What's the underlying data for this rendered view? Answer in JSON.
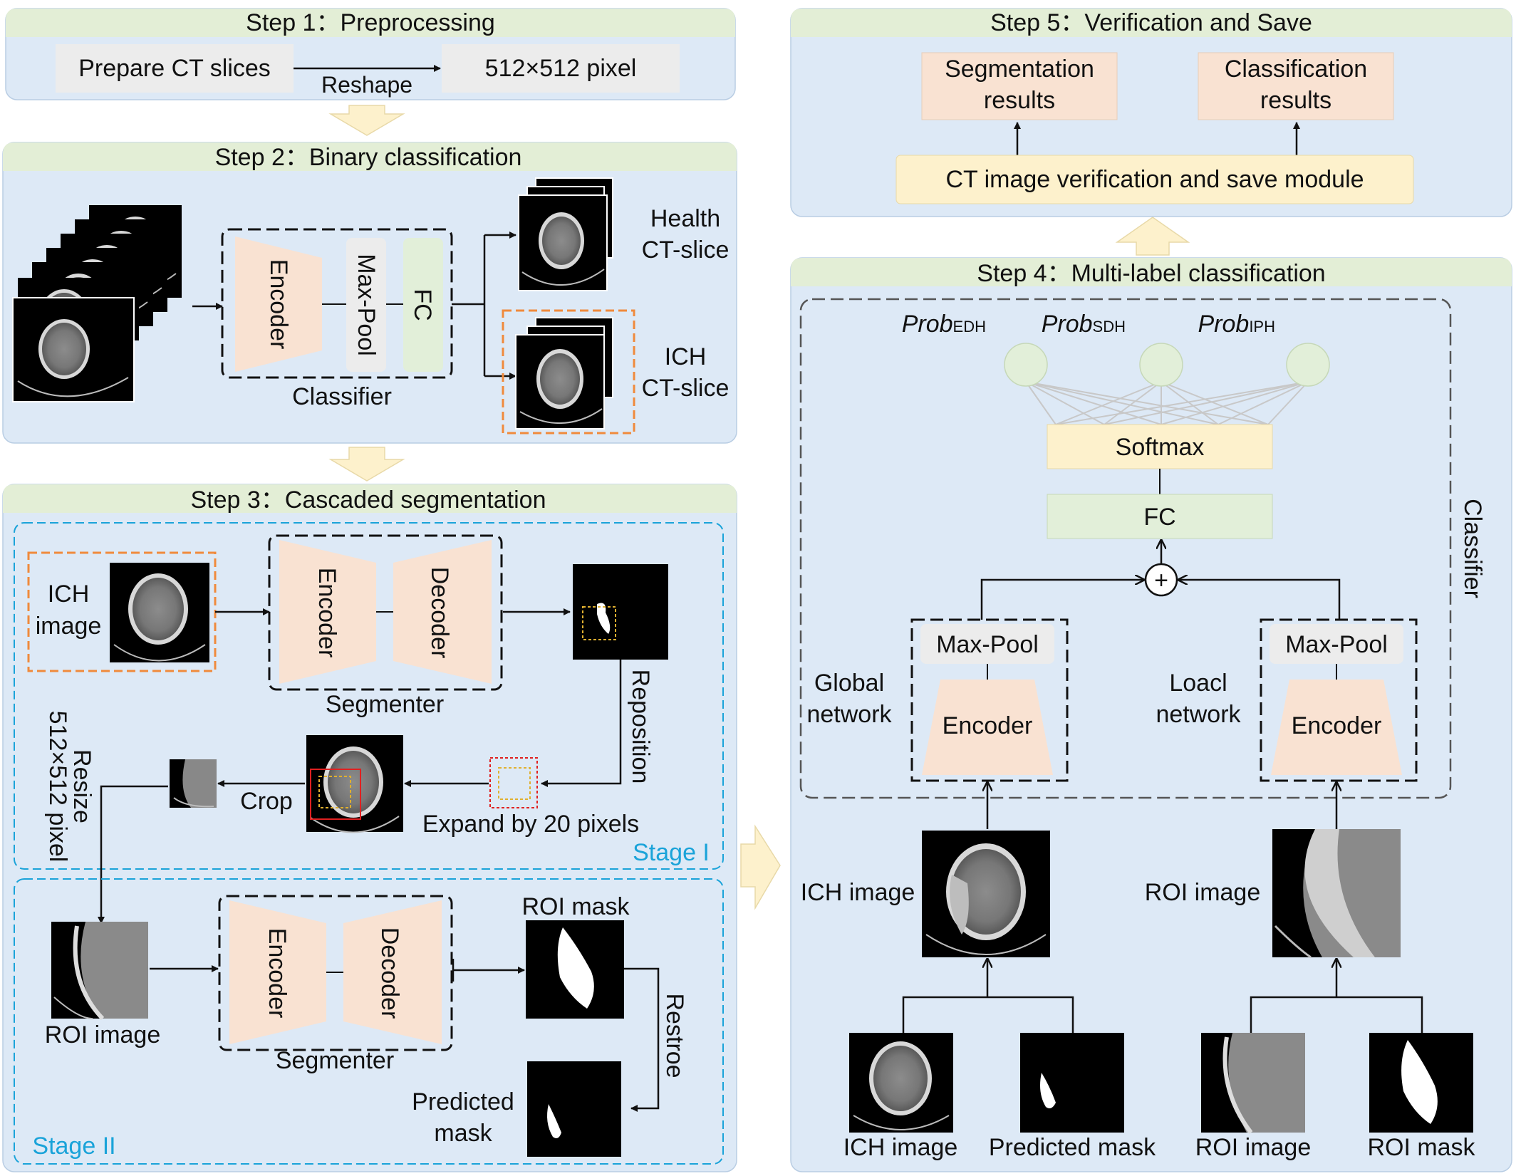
{
  "step1": {
    "title": "Step 1：Preprocessing",
    "box_left": "Prepare CT slices",
    "arrow_label": "Reshape",
    "box_right": "512×512 pixel"
  },
  "step2": {
    "title": "Step 2：Binary classification",
    "encoder": "Encoder",
    "maxpool": "Max-Pool",
    "fc": "FC",
    "classifier": "Classifier",
    "health_1": "Health",
    "health_2": "CT-slice",
    "ich_1": "ICH",
    "ich_2": "CT-slice"
  },
  "step3": {
    "title": "Step 3：Cascaded segmentation",
    "ich_image_1": "ICH",
    "ich_image_2": "image",
    "encoder": "Encoder",
    "decoder": "Decoder",
    "segmenter": "Segmenter",
    "reposition": "Reposition",
    "expand": "Expand by 20 pixels",
    "crop": "Crop",
    "resize_1": "Resize",
    "resize_2": "512×512 pixel",
    "stage1": "Stage I",
    "roi_image": "ROI image",
    "roi_mask": "ROI mask",
    "restore": "Restroe",
    "predicted_1": "Predicted",
    "predicted_2": "mask",
    "stage2": "Stage II"
  },
  "step4": {
    "title": "Step 4：Multi-label classification",
    "prob_word": "Prob",
    "prob_edh": "EDH",
    "prob_sdh": "SDH",
    "prob_iph": "IPH",
    "softmax": "Softmax",
    "fc": "FC",
    "classifier": "Classifier",
    "maxpool": "Max-Pool",
    "encoder": "Encoder",
    "global_1": "Global",
    "global_2": "network",
    "local_1": "Loacl",
    "local_2": "network",
    "ich_image": "ICH image",
    "roi_image": "ROI image",
    "in_ich": "ICH image",
    "in_pred": "Predicted mask",
    "in_roi": "ROI image",
    "in_roimask": "ROI mask"
  },
  "step5": {
    "title": "Step 5：Verification and Save",
    "seg_1": "Segmentation",
    "seg_2": "results",
    "cls_1": "Classification",
    "cls_2": "results",
    "module": "CT image verification and save module"
  },
  "colors": {
    "panel": "#dde9f6",
    "header": "#e3eed6",
    "peach": "#f9e2d2",
    "yellow": "#fdf1cc",
    "green": "#e2efd9",
    "gray": "#ececec",
    "orange": "#f08a3c",
    "cyan": "#1aa3d9"
  }
}
